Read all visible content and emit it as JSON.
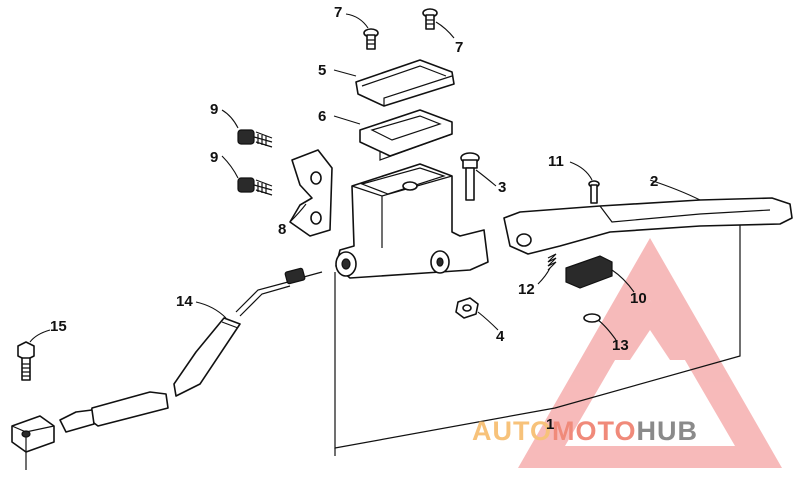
{
  "callouts": {
    "c1": "1",
    "c2": "2",
    "c3": "3",
    "c4": "4",
    "c5": "5",
    "c6": "6",
    "c7a": "7",
    "c7b": "7",
    "c8": "8",
    "c9a": "9",
    "c9b": "9",
    "c10": "10",
    "c11": "11",
    "c12": "12",
    "c13": "13",
    "c14": "14",
    "c15": "15"
  },
  "watermark": {
    "part1": "AUTO",
    "part2": "MOTO",
    "part3": "HUB",
    "color_light": "#f7c27a",
    "color_accent": "#f08a7a",
    "color_dark": "#8a8a8a",
    "triangle_color": "#f4a3a3"
  }
}
